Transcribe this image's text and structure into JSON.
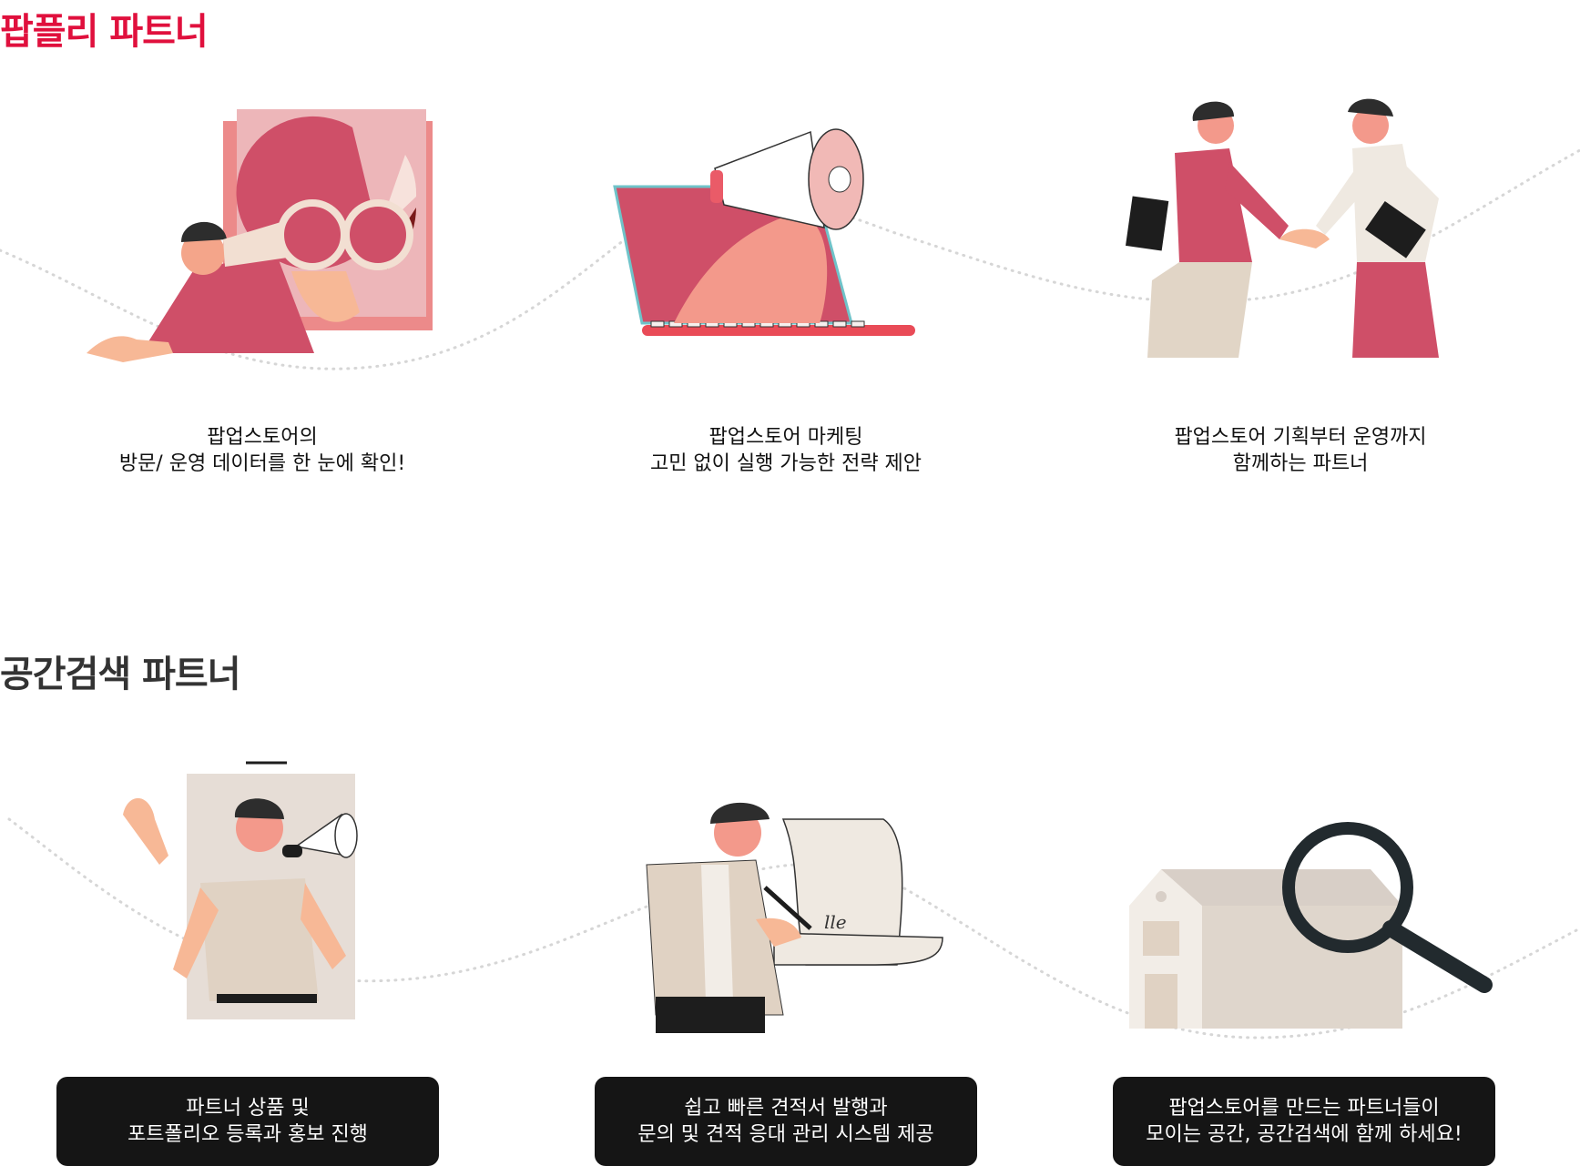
{
  "sections": {
    "popply": {
      "title": "팝플리 파트너"
    },
    "space": {
      "title": "공간검색 파트너"
    }
  },
  "popply_cards": [
    {
      "icon": "binoculars-analytics-icon",
      "line1": "팝업스토어의",
      "line2": "방문/ 운영 데이터를 한 눈에 확인!"
    },
    {
      "icon": "megaphone-laptop-icon",
      "line1": "팝업스토어 마케팅",
      "line2": "고민 없이 실행 가능한 전략 제안"
    },
    {
      "icon": "handshake-icon",
      "line1": "팝업스토어 기획부터 운영까지",
      "line2": "함께하는 파트너"
    }
  ],
  "space_cards": [
    {
      "icon": "megaphone-person-icon",
      "line1": "파트너 상품 및",
      "line2": "포트폴리오 등록과 홍보 진행"
    },
    {
      "icon": "contract-signing-icon",
      "line1": "쉽고 빠른 견적서  발행과",
      "line2": "문의 및 견적 응대 관리 시스템 제공"
    },
    {
      "icon": "house-search-icon",
      "line1": "팝업스토어를 만드는 파트너들이",
      "line2": "모이는 공간, 공간검색에 함께 하세요!"
    }
  ],
  "colors": {
    "accent": "#e0103d",
    "pink": "#cf4f68",
    "beige": "#e7ddd3",
    "dark": "#151515"
  }
}
